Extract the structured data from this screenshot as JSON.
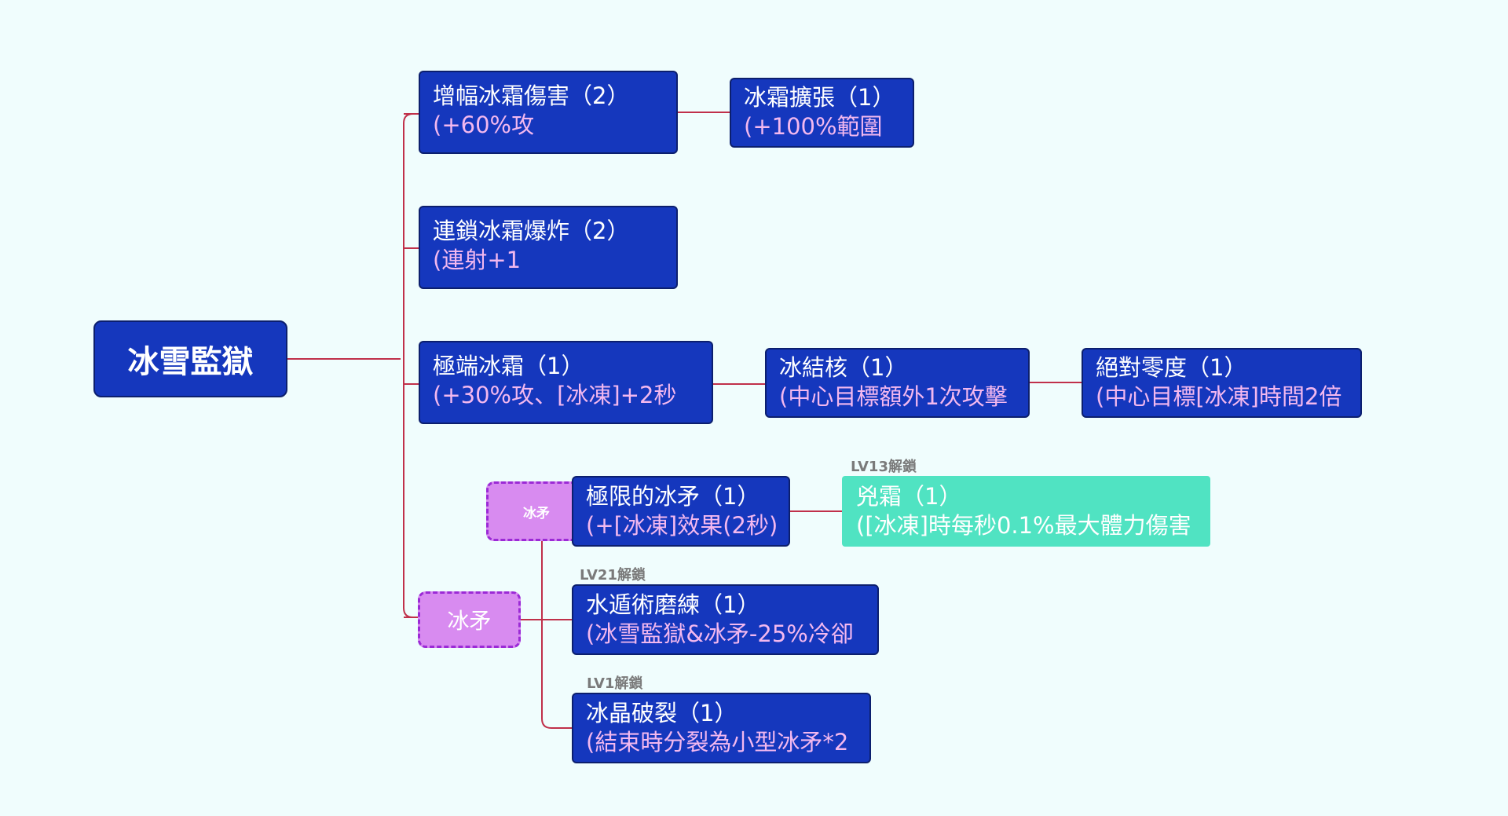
{
  "root": {
    "label": "冰雪監獄"
  },
  "nodes": {
    "amp_frost": {
      "title": "增幅冰霜傷害（2）",
      "desc": "(+60%攻"
    },
    "frost_expand": {
      "title": "冰霜擴張（1）",
      "desc": "(+100%範圍"
    },
    "chain_blast": {
      "title": "連鎖冰霜爆炸（2）",
      "desc": "(連射+1"
    },
    "extreme_frost": {
      "title": "極端冰霜（1）",
      "desc": "(+30%攻、[冰凍]+2秒"
    },
    "ice_core": {
      "title": "冰結核（1）",
      "desc": "(中心目標額外1次攻擊"
    },
    "absolute_zero": {
      "title": "絕對零度（1）",
      "desc": "(中心目標[冰凍]時間2倍"
    },
    "limit_spear": {
      "title": "極限的冰矛（1）",
      "desc": "(+[冰凍]效果(2秒)"
    },
    "fierce_frost": {
      "title": "兇霜（1）",
      "desc": "([冰凍]時每秒0.1%最大體力傷害"
    },
    "water_escape": {
      "title": "水遁術磨練（1）",
      "desc": "(冰雪監獄&冰矛-25%冷卻"
    },
    "crystal_burst": {
      "title": "冰晶破裂（1）",
      "desc": "(結束時分裂為小型冰矛*2"
    }
  },
  "tags": {
    "spear_main": "冰矛",
    "spear_small": "冰矛"
  },
  "unlocks": {
    "lv13": "LV13解鎖",
    "lv21": "LV21解鎖",
    "lv1": "LV1解鎖"
  },
  "colors": {
    "background": "#f0fdfd",
    "node_fill": "#1537bd",
    "node_title": "#ffffff",
    "node_desc": "#f3b8ef",
    "tag_fill": "#d88bf0",
    "tag_border": "#9b2ad6",
    "highlight_fill": "#50e3c2",
    "connector": "#c0304a",
    "unlock_text": "#7a7a7a"
  }
}
